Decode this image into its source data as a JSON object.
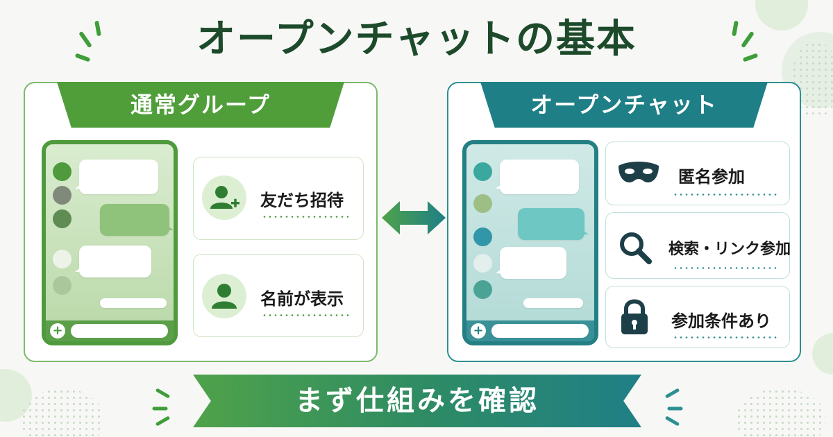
{
  "title": "オープンチャットの基本",
  "left_panel": {
    "header": "通常グループ",
    "features": [
      {
        "label": "友だち招待",
        "icon": "add-user-icon"
      },
      {
        "label": "名前が表示",
        "icon": "user-icon"
      }
    ]
  },
  "right_panel": {
    "header": "オープンチャット",
    "features": [
      {
        "label": "匿名参加",
        "icon": "mask-icon"
      },
      {
        "label": "検索・リンク参加",
        "icon": "search-icon"
      },
      {
        "label": "参加条件あり",
        "icon": "lock-icon"
      }
    ]
  },
  "banner": "まず仕組みを確認",
  "colors": {
    "title": "#1d4a2a",
    "left_accent": "#4f9e3a",
    "right_accent": "#1f7f86"
  }
}
